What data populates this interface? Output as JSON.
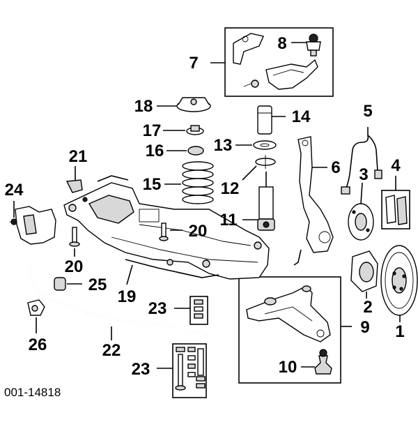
{
  "callouts": {
    "c1": "1",
    "c2": "2",
    "c3": "3",
    "c4": "4",
    "c5": "5",
    "c6": "6",
    "c7": "7",
    "c8": "8",
    "c9": "9",
    "c10": "10",
    "c11": "11",
    "c12": "12",
    "c13": "13",
    "c14": "14",
    "c15": "15",
    "c16": "16",
    "c17": "17",
    "c18": "18",
    "c19": "19",
    "c20a": "20",
    "c20b": "20",
    "c21": "21",
    "c22": "22",
    "c23a": "23",
    "c23b": "23",
    "c24": "24",
    "c25": "25",
    "c26": "26"
  },
  "figure_code": "001-14818"
}
